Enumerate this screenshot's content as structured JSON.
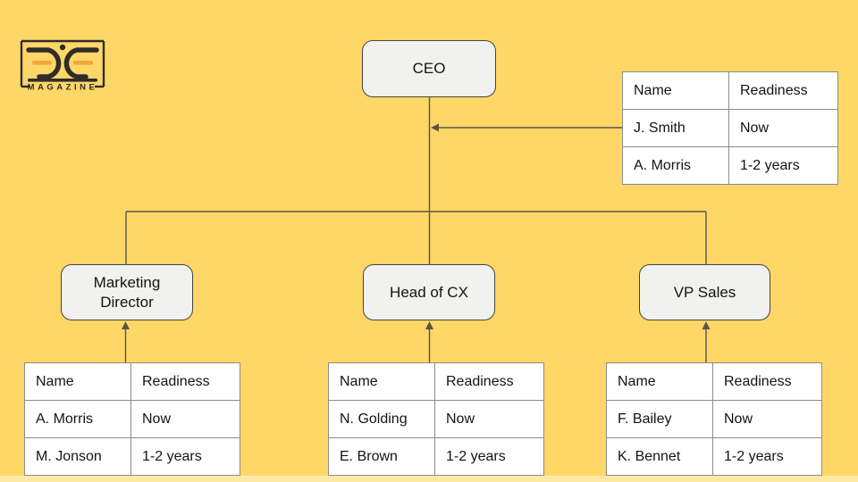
{
  "colors": {
    "background": "#FFD766",
    "bottom_strip": "#FEE9A6",
    "node_fill": "#F1F1F0",
    "node_border": "#45443E",
    "table_border": "#8C8C8C",
    "table_fill": "#FFFFFF",
    "connector": "#5B544A",
    "text": "#141414",
    "logo_dark": "#2E2D2B",
    "logo_accent": "#F0A73B"
  },
  "logo": {
    "wordmark": "MAGAZINE"
  },
  "nodes": {
    "ceo": "CEO",
    "marketing": "Marketing Director",
    "cx": "Head of CX",
    "sales": "VP Sales"
  },
  "tables": {
    "ceo": {
      "headers": [
        "Name",
        "Readiness"
      ],
      "rows": [
        [
          "J. Smith",
          "Now"
        ],
        [
          "A. Morris",
          "1-2 years"
        ]
      ]
    },
    "marketing": {
      "headers": [
        "Name",
        "Readiness"
      ],
      "rows": [
        [
          "A. Morris",
          "Now"
        ],
        [
          "M. Jonson",
          "1-2 years"
        ]
      ]
    },
    "cx": {
      "headers": [
        "Name",
        "Readiness"
      ],
      "rows": [
        [
          "N. Golding",
          "Now"
        ],
        [
          "E. Brown",
          "1-2 years"
        ]
      ]
    },
    "sales": {
      "headers": [
        "Name",
        "Readiness"
      ],
      "rows": [
        [
          "F. Bailey",
          "Now"
        ],
        [
          "K. Bennet",
          "1-2 years"
        ]
      ]
    }
  }
}
